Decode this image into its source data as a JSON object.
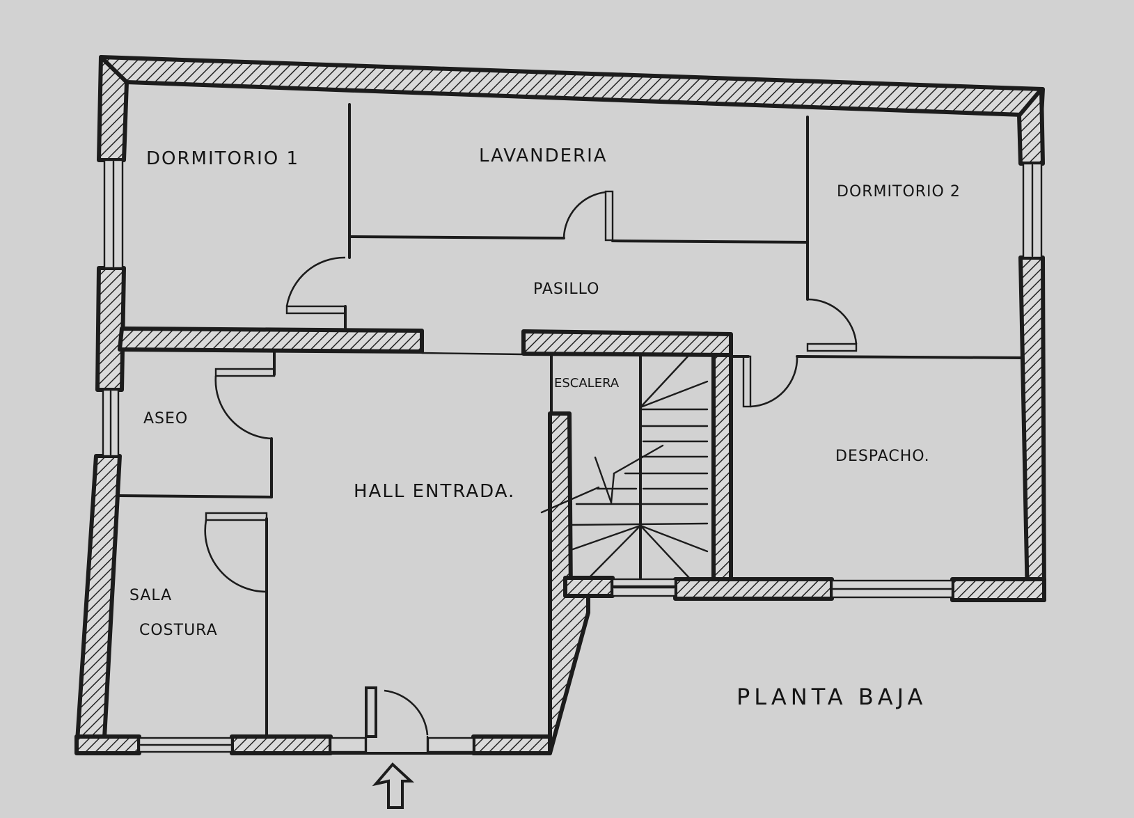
{
  "plan": {
    "title": "PLANTA BAJA",
    "style": "hand-drawn architectural floor plan",
    "colors": {
      "paper": "#d2d2d2",
      "ink": "#1c1c1c"
    },
    "rooms": [
      {
        "id": "dormitorio-1",
        "label": "DORMITORIO 1"
      },
      {
        "id": "lavanderia",
        "label": "LAVANDERIA"
      },
      {
        "id": "dormitorio-2",
        "label": "DORMITORIO 2"
      },
      {
        "id": "pasillo",
        "label": "PASILLO"
      },
      {
        "id": "escalera",
        "label": "ESCALERA"
      },
      {
        "id": "aseo",
        "label": "ASEO"
      },
      {
        "id": "hall-entrada",
        "label": "HALL ENTRADA."
      },
      {
        "id": "despacho",
        "label": "DESPACHO."
      },
      {
        "id": "sala-costura",
        "label_line1": "SALA",
        "label_line2": "COSTURA"
      }
    ],
    "entrance": {
      "icon": "up-arrow-icon",
      "meaning": "main entrance"
    }
  }
}
